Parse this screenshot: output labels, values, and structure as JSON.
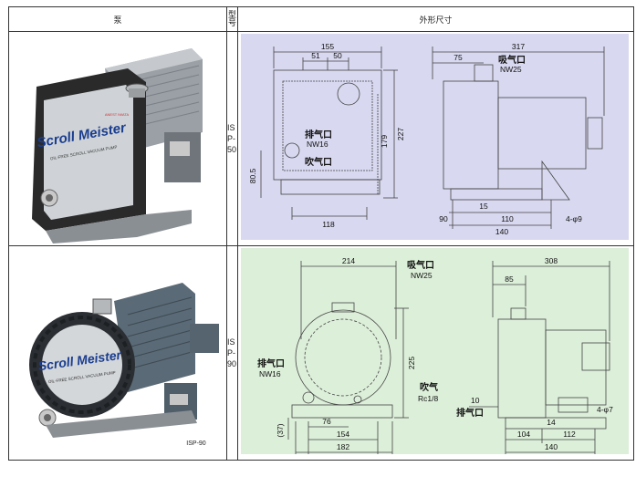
{
  "header": {
    "pump": "泵",
    "model": "型号",
    "dimensions": "外形尺寸"
  },
  "rows": [
    {
      "model": "ISP-50",
      "photo": {
        "brand": "Scroll Meister",
        "subtitle": "OIL-FREE SCROLL VACUUM PUMP",
        "maker": "ANEST IWATA"
      },
      "drawing": {
        "front": {
          "width": "155",
          "left_dim": "51",
          "right_dim": "50",
          "height_outer": "227",
          "height_inner": "179",
          "base_offset": "80.5",
          "base_width": "118",
          "exhaust_label": "排气口",
          "exhaust_spec": "NW16",
          "purge_label": "吹气口"
        },
        "side": {
          "length": "317",
          "inlet_offset": "75",
          "inlet_label": "吸气口",
          "inlet_spec": "NW25",
          "dim_90": "90",
          "dim_15": "15",
          "dim_110": "110",
          "dim_140": "140",
          "holes": "4-φ9"
        }
      }
    },
    {
      "model": "ISP-90",
      "photo": {
        "brand": "Scroll Meister",
        "subtitle": "OIL-FREE SCROLL VACUUM PUMP",
        "caption": "ISP-90"
      },
      "drawing": {
        "front": {
          "width": "214",
          "inlet_label": "吸气口",
          "inlet_spec": "NW25",
          "height": "225",
          "exhaust_label": "排气口",
          "exhaust_spec": "NW16",
          "purge_label": "吹气",
          "purge_spec": "Rc1/8",
          "dim_76": "76",
          "dim_154": "154",
          "dim_182": "182",
          "dim_37": "(37)"
        },
        "side": {
          "length": "308",
          "offset": "85",
          "dim_10": "10",
          "exhaust_label": "排气口",
          "dim_14": "14",
          "dim_104": "104",
          "dim_112": "112",
          "dim_140": "140",
          "holes": "4-φ7"
        }
      }
    }
  ]
}
